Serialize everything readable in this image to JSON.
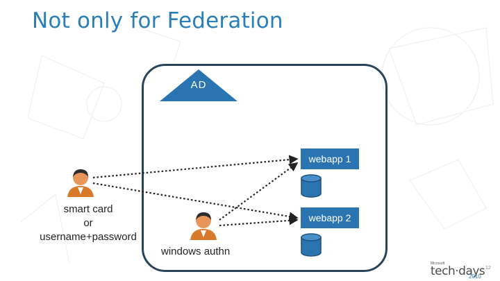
{
  "slide": {
    "title": "Not only for Federation",
    "slide_number": "12"
  },
  "diagram": {
    "ad_label": "AD",
    "webapp1_label": "webapp 1",
    "webapp2_label": "webapp 2",
    "left_user_caption": [
      "smart card",
      "or",
      "username+password"
    ],
    "center_user_caption": "windows authn"
  },
  "branding": {
    "logo_small": "Microsoft",
    "logo_main": "tech·days",
    "logo_year": "2010"
  },
  "colors": {
    "title": "#2a7fb8",
    "accent_blue": "#2a74b2",
    "frame": "#27445a",
    "user_skin": "#d9792a",
    "user_hair": "#2c2c2c"
  },
  "icons": [
    "user-icon",
    "database-icon",
    "directory-triangle"
  ]
}
